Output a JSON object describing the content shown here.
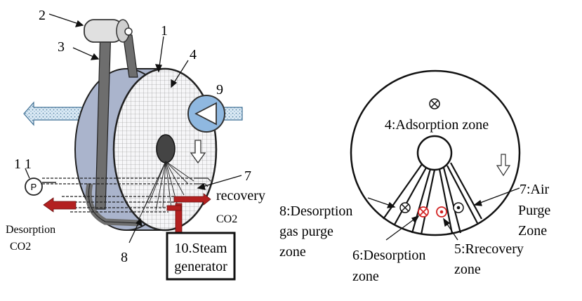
{
  "labels": {
    "n1": "1",
    "n2": "2",
    "n3": "3",
    "n4": "4",
    "n7": "7",
    "n8": "8",
    "n9": "9",
    "n11": "1 1",
    "pump": "P",
    "recovery": "recovery",
    "recovery_co2": "CO2",
    "desorption": "Desorption",
    "desorption_co2": "CO2",
    "steam_line1": "10.Steam",
    "steam_line2": "generator"
  },
  "zones": {
    "adsorption": "4:Adsorption zone",
    "air_purge_line1": "7:Air",
    "air_purge_line2": "Purge",
    "air_purge_line3": "Zone",
    "desorption_purge_line1": "8:Desorption",
    "desorption_purge_line2": "gas purge",
    "desorption_purge_line3": "zone",
    "desorption_line1": "6:Desorption",
    "desorption_line2": "zone",
    "recovery_line1": "5:Rrecovery",
    "recovery_line2": "zone"
  },
  "colors": {
    "wheel_body": "#aab4cc",
    "wheel_face": "#f4f4f6",
    "belt": "#6e6e6e",
    "steam": "#b32020",
    "airflow": "#d8eaf4",
    "fan": "#8fb8e0",
    "symbol_red": "#d22222"
  }
}
